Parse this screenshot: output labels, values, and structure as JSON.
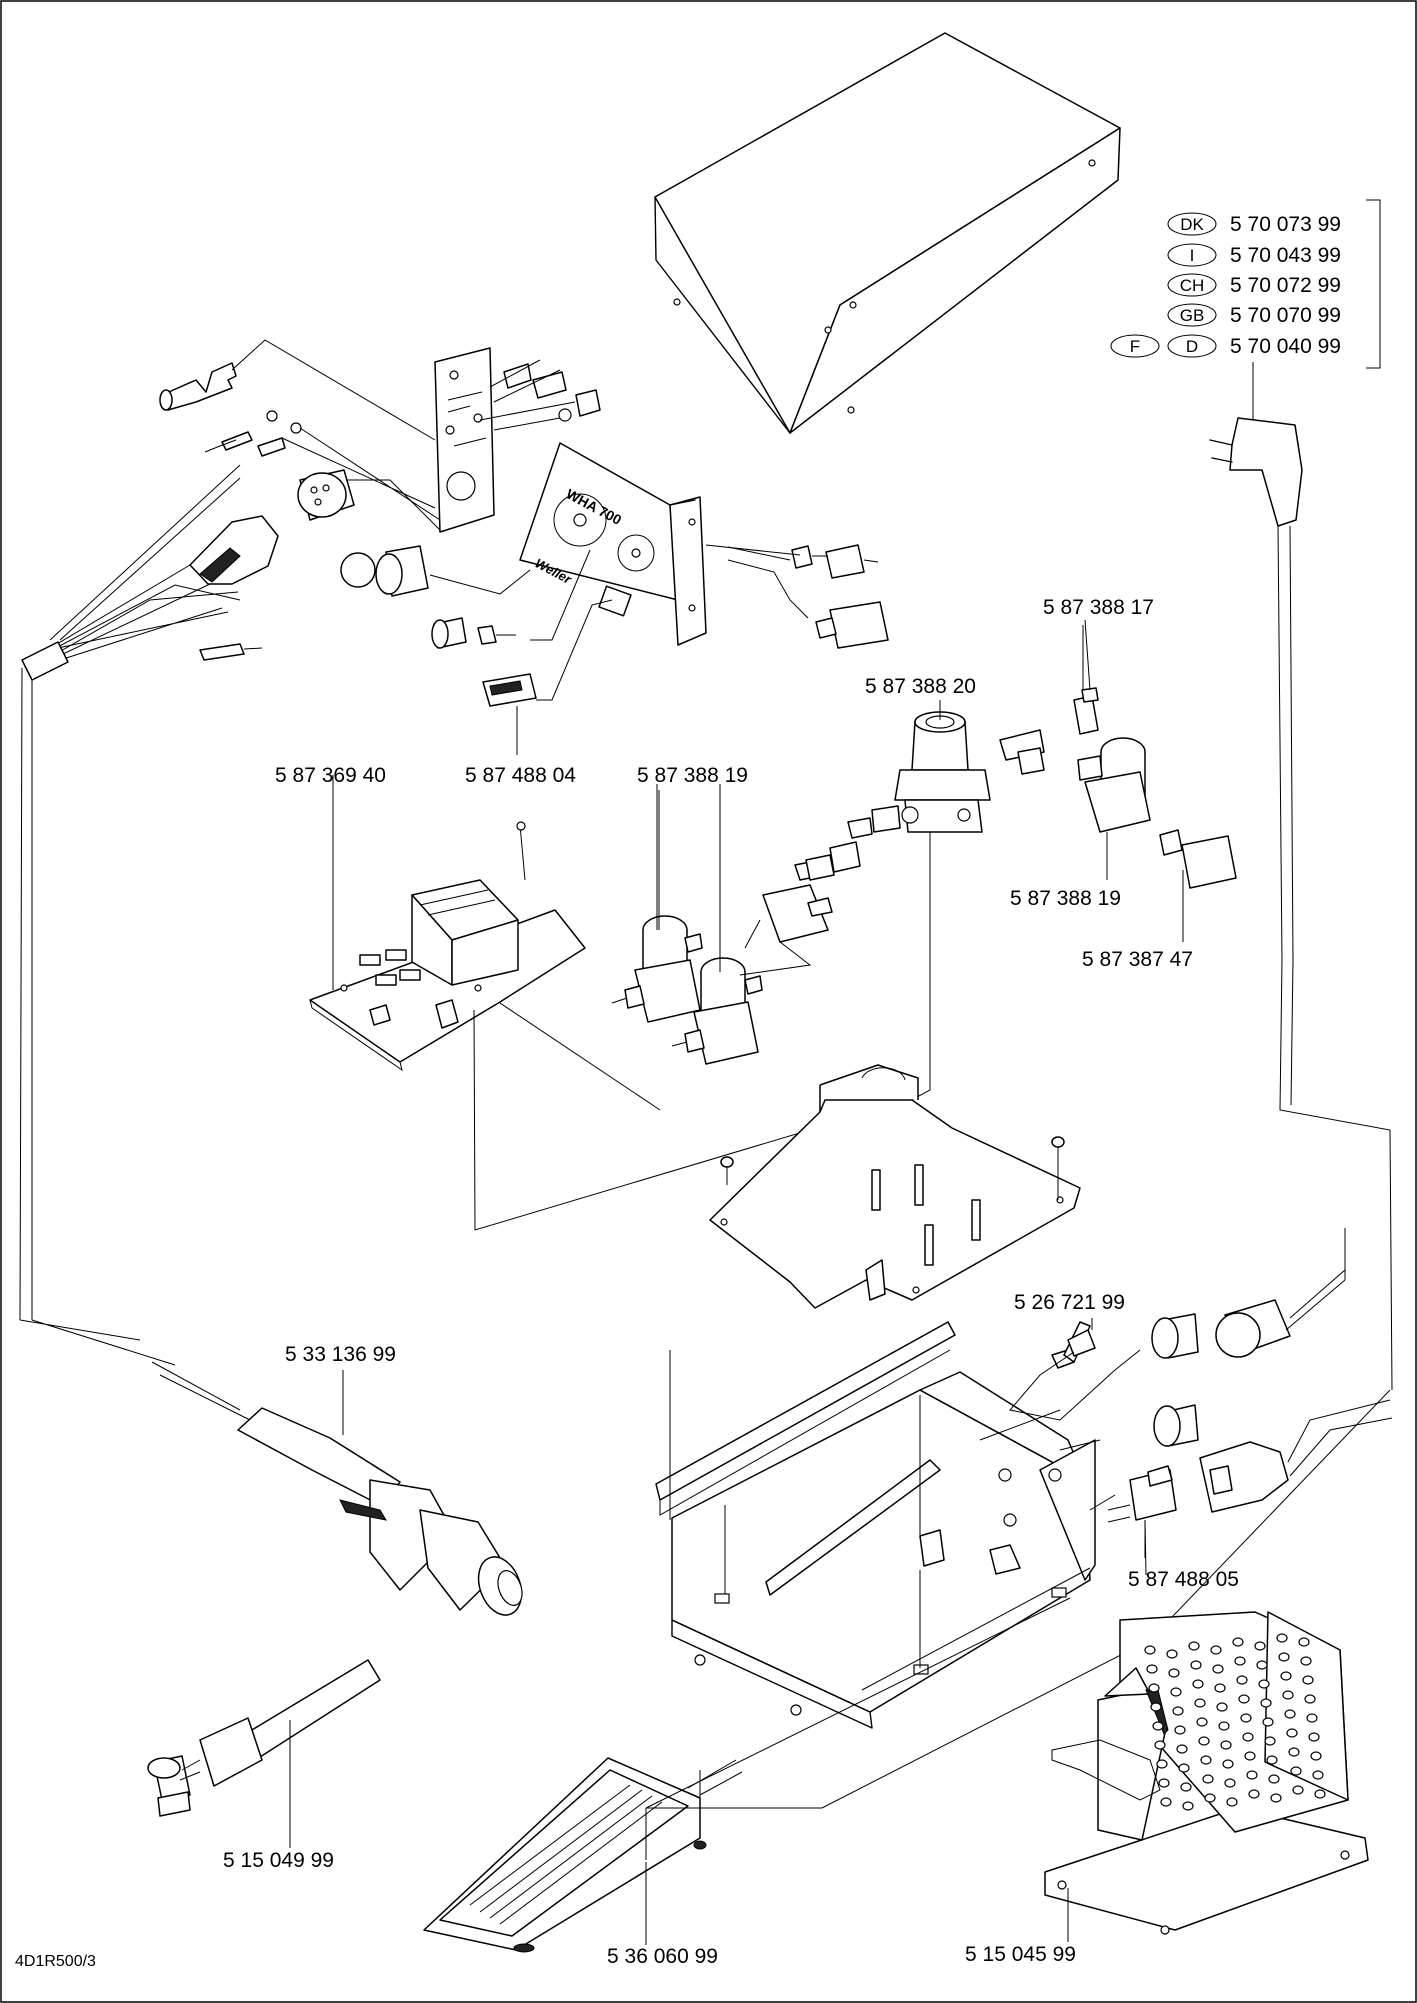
{
  "drawing_ref": "4D1R500/3",
  "front_panel": {
    "model": "WHA 700",
    "brand": "Weller"
  },
  "cords": [
    {
      "country": "DK",
      "number": "5 70 073 99"
    },
    {
      "country": "I",
      "number": "5 70 043 99"
    },
    {
      "country": "CH",
      "number": "5 70 072 99"
    },
    {
      "country": "GB",
      "number": "5 70 070 99"
    },
    {
      "country": "D",
      "country_alt": "F",
      "number": "5 70 040 99"
    }
  ],
  "parts": {
    "valve_17": "5 87 388 17",
    "regulator": "5 87 388 20",
    "switch": "5 87 488 04",
    "pcb": "5 87 369 40",
    "valve_19_left": "5 87 388 19",
    "valve_19_right": "5 87 388 19",
    "fitting_47": "5 87 387 47",
    "socket_pin": "5 26 721 99",
    "hot_air_pencil": "5 33 136 99",
    "power_socket": "5 87 488 05",
    "vacuum_pen": "5 15 049 99",
    "foot_pedal": "5 36 060 99",
    "holder": "5 15 045 99"
  }
}
